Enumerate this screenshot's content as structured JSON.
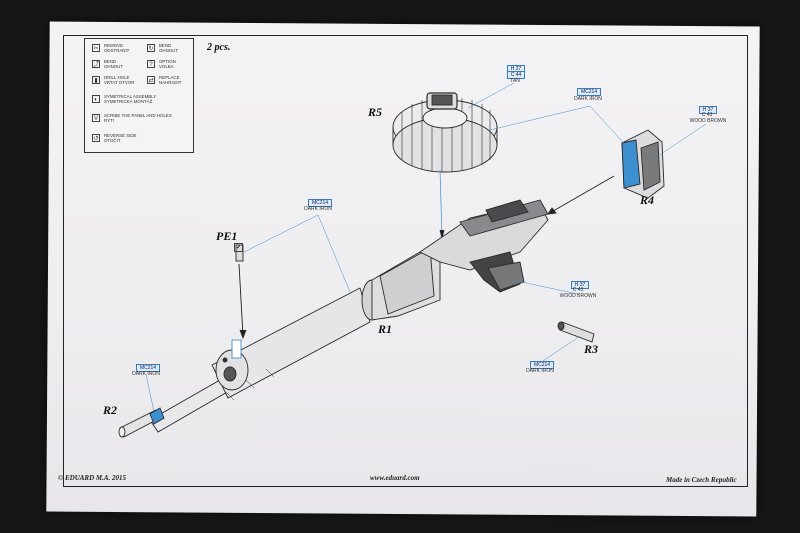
{
  "legend": {
    "remove": "REMOVE\nODSTRANIT",
    "bend": "BEND\nOHNOUT",
    "bend2": "BEND\nOHNOUT",
    "option": "OPTION\nVOLBA",
    "drill": "DRILL HOLE\nVRTAT OTVOR",
    "replace": "REPLACE\nNAHRADIT",
    "symmetric": "SYMETRICAL ASSEMBLY\nSYMETRICKÁ MONTÁŽ",
    "scribe": "SCRIBE THE PANEL AND HOLES\nRÝT!",
    "reverse": "REVERSE SIDE\nOTOČIT"
  },
  "quantity": "2 pcs.",
  "parts": {
    "r5": "R5",
    "r4": "R4",
    "r1": "R1",
    "r2": "R2",
    "r3": "R3",
    "pe1": "PE1"
  },
  "paints": {
    "tan": {
      "code1": "H 27",
      "code2": "C 44",
      "name": "TAN"
    },
    "iron_top": {
      "code": "MC214",
      "name": "DARK IRON"
    },
    "wood_r4": {
      "code1": "H 37",
      "code2": "C 43",
      "name": "WOOD BROWN"
    },
    "iron_r1": {
      "code": "MC214",
      "name": "DARK IRON"
    },
    "wood_r1": {
      "code1": "H 37",
      "code2": "C 43",
      "name": "WOOD BROWN"
    },
    "iron_r3": {
      "code": "MC214",
      "name": "DARK IRON"
    },
    "iron_r2": {
      "code": "MC214",
      "name": "DARK IRON"
    }
  },
  "footer": {
    "copyright": "© EDUARD M.A. 2015",
    "website": "www.eduard.com",
    "made": "Made in Czech Republic"
  },
  "colors": {
    "paper": "#efeff1",
    "background": "#17171a",
    "paint_blue": "#3e8fcf",
    "line": "#222222"
  }
}
